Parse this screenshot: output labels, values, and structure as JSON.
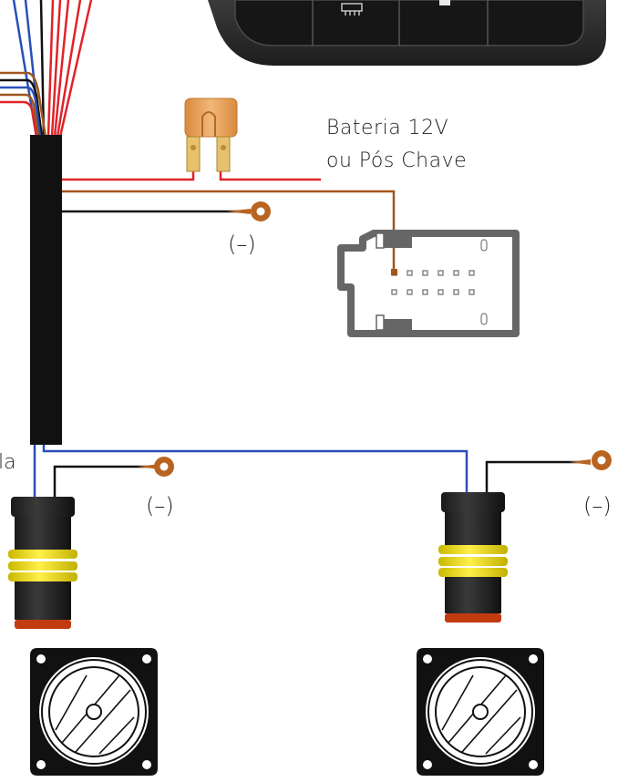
{
  "labels": {
    "battery_line1": "Bateria 12V",
    "battery_line2": "ou Pós Chave",
    "ground_1": "(–)",
    "ground_2": "(–)",
    "ground_3": "(–)",
    "left_cut_text": "la"
  },
  "icons": {
    "fuse": "fuse-icon",
    "ring_terminal": "ring-terminal-icon",
    "connector": "harness-connector-icon",
    "speaker": "speaker-icon",
    "control_panel": "control-panel-icon"
  },
  "colors": {
    "wire_red": "#e0232a",
    "wire_blue": "#2a4fb8",
    "wire_brown": "#a0561c",
    "wire_black": "#111111",
    "fuse_orange": "#e8a35c",
    "terminal_brown": "#b86420",
    "connector_gray": "#666666",
    "seal_yellow": "#f4e21a",
    "panel_dark": "#2b2b2b"
  }
}
